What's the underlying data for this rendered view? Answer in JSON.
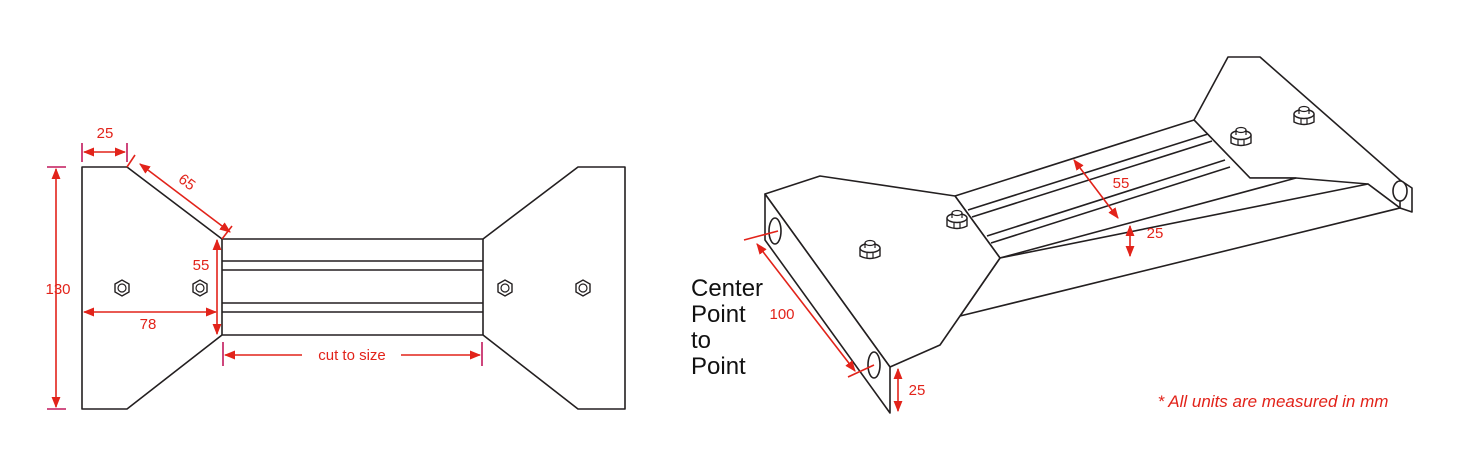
{
  "left_drawing": {
    "dim_top_width": "25",
    "dim_slant": "65",
    "dim_height": "130",
    "dim_center": "55",
    "dim_offset": "78",
    "dim_length": "cut to size"
  },
  "right_drawing": {
    "dim_channel": "55",
    "dim_rail": "25",
    "dim_hole_spacing": "100",
    "dim_flange": "25",
    "center_label": [
      "Center",
      "Point",
      "to",
      "Point"
    ]
  },
  "note": "* All units are measured in mm",
  "colors": {
    "dimension": "#e2231a",
    "outline": "#231f20",
    "extent": "#c2185b"
  }
}
